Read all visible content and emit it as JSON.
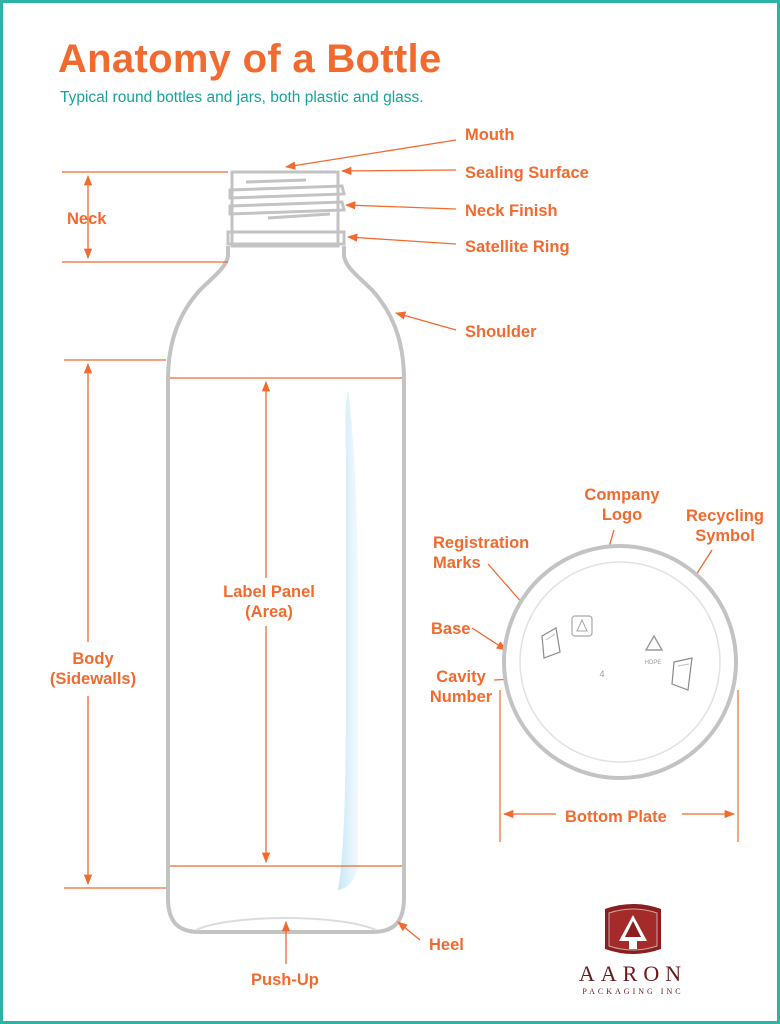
{
  "header": {
    "title": "Anatomy of a Bottle",
    "subtitle": "Typical round bottles and jars, both plastic and glass."
  },
  "labels": {
    "mouth": "Mouth",
    "sealing_surface": "Sealing Surface",
    "neck_finish": "Neck Finish",
    "satellite_ring": "Satellite Ring",
    "neck": "Neck",
    "shoulder": "Shoulder",
    "label_panel": [
      "Label Panel",
      "(Area)"
    ],
    "body": [
      "Body",
      "(Sidewalls)"
    ],
    "heel": "Heel",
    "push_up": "Push-Up",
    "company_logo": [
      "Company",
      "Logo"
    ],
    "recycling_symbol": [
      "Recycling",
      "Symbol"
    ],
    "registration_marks": [
      "Registration",
      "Marks"
    ],
    "base": "Base",
    "cavity_number": [
      "Cavity",
      "Number"
    ],
    "bottom_plate": "Bottom Plate"
  },
  "base_marks": {
    "cavity_digit": "4",
    "resin_code": "HDPE"
  },
  "logo": {
    "word": "AARON",
    "sub": "PACKAGING INC"
  },
  "colors": {
    "accent": "#f26a2e",
    "subtitle": "#17a39a",
    "border": "#2bb3a6",
    "outline": "#bfbfbf",
    "logo": "#8b1e1e"
  }
}
